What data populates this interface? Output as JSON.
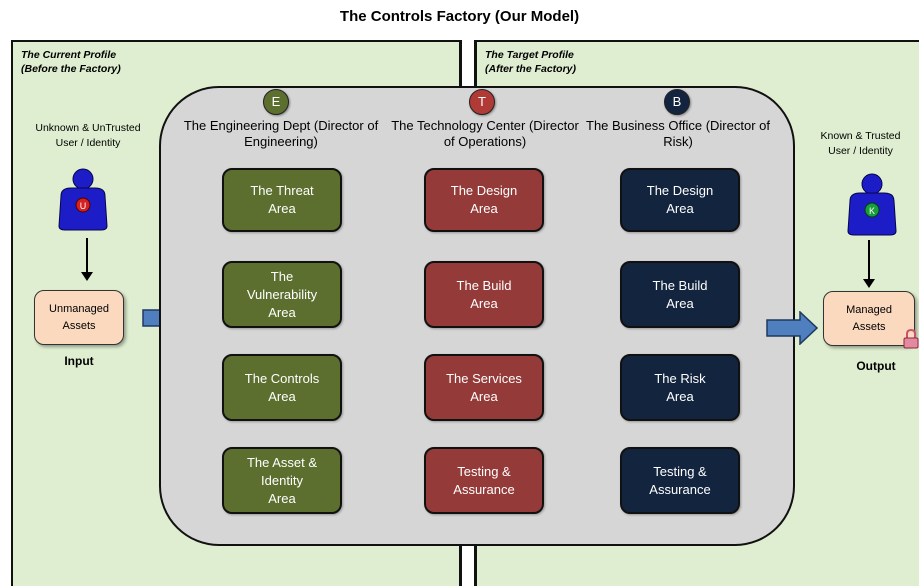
{
  "title": "The Controls Factory (Our Model)",
  "current_profile": {
    "label": "The Current Profile\n(Before the Factory)",
    "user_label": "Unknown & UnTrusted\nUser / Identity",
    "user_badge": "U",
    "asset_label": "Unmanaged\nAssets",
    "caption": "Input"
  },
  "target_profile": {
    "label": "The Target Profile\n(After the Factory)",
    "user_label": "Known & Trusted\nUser / Identity",
    "user_badge": "K",
    "asset_label": "Managed\nAssets",
    "caption": "Output"
  },
  "columns": [
    {
      "badge": "E",
      "badge_color": "#5c6f2f",
      "heading": "The Engineering Dept\n(Director of Engineering)",
      "color": "#5c6f2f",
      "boxes": [
        "The Threat\nArea",
        "The\nVulnerability\nArea",
        "The Controls\nArea",
        "The Asset &\nIdentity\nArea"
      ]
    },
    {
      "badge": "T",
      "badge_color": "#b03a36",
      "heading": "The Technology Center\n(Director of Operations)",
      "color": "#943a38",
      "boxes": [
        "The Design\nArea",
        "The Build\nArea",
        "The Services\nArea",
        "Testing &\nAssurance"
      ]
    },
    {
      "badge": "B",
      "badge_color": "#13243f",
      "heading": "The Business Office\n(Director of Risk)",
      "color": "#13243f",
      "boxes": [
        "The Design\nArea",
        "The Build\nArea",
        "The Risk\nArea",
        "Testing &\nAssurance"
      ]
    }
  ],
  "icons": [
    "user-icon",
    "arrow-right-icon",
    "arrow-down-icon",
    "lock-icon"
  ]
}
